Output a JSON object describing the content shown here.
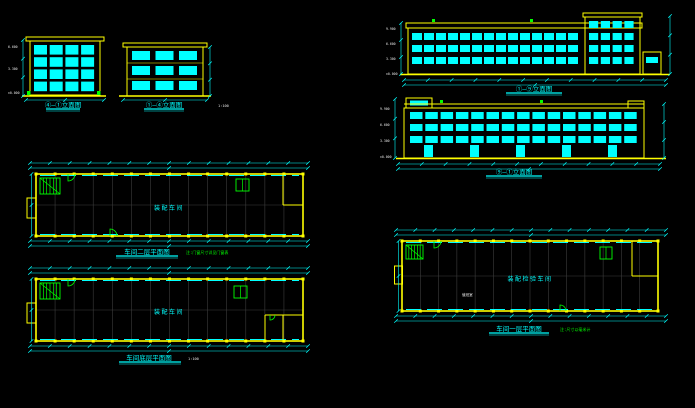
{
  "app": {
    "background": "#000000",
    "description": "CAD drawing sheet: factory building elevations and floor plans"
  },
  "palette": {
    "cyan": "#00ffff",
    "yellow": "#ffff00",
    "green": "#00ff00",
    "white": "#e8e8e8",
    "grid_gray": "#3d3d3d",
    "background": "#000000"
  },
  "labels": {
    "elev_a_title": "④—①立面图",
    "elev_b_title": "①—④立面图",
    "elev_b_scale": "1:100",
    "elev_c_title": "①—⑨立面图",
    "elev_d_title": "⑨—①立面图",
    "plan_e_title": "车间二层平面图",
    "plan_e_note": "注:门窗尺寸详见门窗表",
    "plan_e_room": "装配车间",
    "plan_f_title": "车间底层平面图",
    "plan_f_note": "1:100",
    "plan_f_room": "装配车间",
    "plan_g_title": "车间一层平面图",
    "plan_g_note": "注:尺寸以毫米计",
    "plan_g_room": "装配检验车间",
    "plan_g_sub": "值班室",
    "levels_a": [
      "6.600",
      "3.300",
      "±0.000"
    ],
    "levels_c": [
      "9.900",
      "6.600",
      "3.300",
      "±0.000"
    ],
    "levels_d": [
      "9.900",
      "6.600",
      "3.300",
      "±0.000"
    ]
  }
}
